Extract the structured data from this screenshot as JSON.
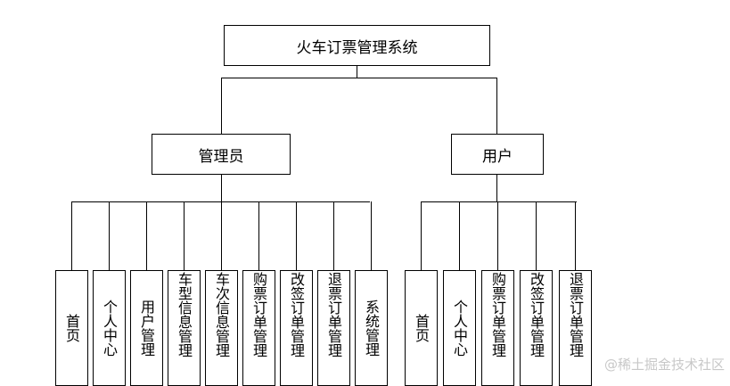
{
  "root": {
    "label": "火车订票管理系统"
  },
  "admin": {
    "label": "管理员",
    "children": [
      "首页",
      "个人中心",
      "用户管理",
      "车型信息管理",
      "车次信息管理",
      "购票订单管理",
      "改签订单管理",
      "退票订单管理",
      "系统管理"
    ]
  },
  "user": {
    "label": "用户",
    "children": [
      "首页",
      "个人中心",
      "购票订单管理",
      "改签订单管理",
      "退票订单管理"
    ]
  },
  "watermark": "@稀土掘金技术社区"
}
